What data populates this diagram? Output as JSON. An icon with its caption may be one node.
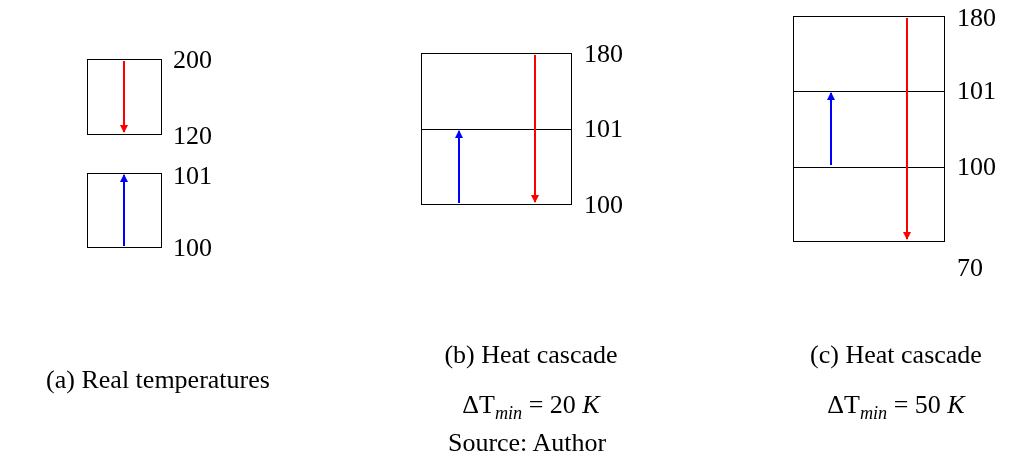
{
  "diagram": {
    "nodes": [
      {
        "text": [],
        "shape": "box"
      },
      {
        "text": [],
        "shape": "box"
      },
      {
        "text": [],
        "shape": "box"
      },
      {
        "text": [],
        "shape": "box"
      }
    ],
    "labels": [
      "200",
      "120",
      "101",
      "100",
      "180",
      "101",
      "100",
      "180",
      "101",
      "100",
      "70",
      "(a) Real temperatures",
      "(b) Heat cascade",
      "ΔT$_{min}$ = 20 *K*",
      "Source: Author",
      "(c) Heat cascade",
      "ΔT$_{min}$ = 50 *K*"
    ]
  }
}
